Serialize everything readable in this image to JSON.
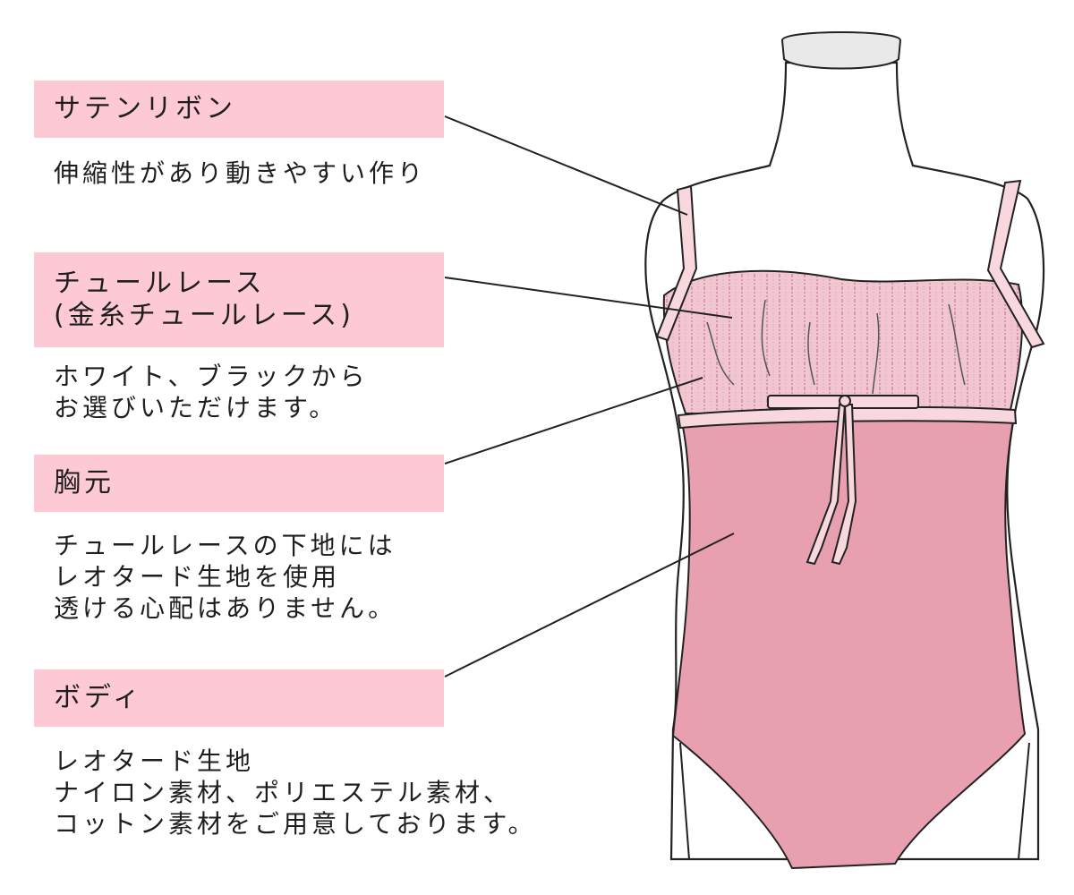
{
  "callouts": [
    {
      "label": "サテンリボン",
      "description": "伸縮性があり動きやすい作り"
    },
    {
      "label": "チュールレース\n(金糸チュールレース)",
      "description": "ホワイト、ブラックから\nお選びいただけます。"
    },
    {
      "label": "胸元",
      "description": "チュールレースの下地には\nレオタード生地を使用\n透ける心配はありません。"
    },
    {
      "label": "ボディ",
      "description": "レオタード生地\nナイロン素材、ポリエステル素材、\nコットン素材をご用意しております。"
    }
  ],
  "colors": {
    "label_background": "#fdc9d5",
    "body_fabric": "#e8a0b0",
    "lace": "#f1c6d1",
    "ribbon": "#f8d8de",
    "mannequin": "#ffffff",
    "neck_cap": "#e9e9e9",
    "outline": "#222222"
  }
}
